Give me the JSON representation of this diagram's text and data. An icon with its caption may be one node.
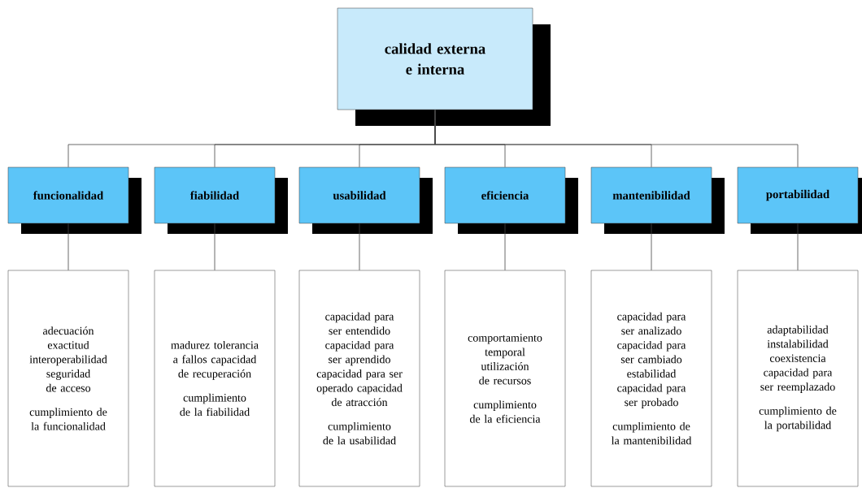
{
  "diagram": {
    "nodes": [
      {
        "text": [
          "calidad externa e interna"
        ]
      },
      {
        "text": [
          "funcionalidad"
        ]
      },
      {
        "text": [
          "fiabilidad"
        ]
      },
      {
        "text": [
          "usabilidad"
        ]
      },
      {
        "text": [
          "eficiencia"
        ]
      },
      {
        "text": [
          "mantenibilidad"
        ]
      },
      {
        "text": [
          "portabilidad"
        ]
      },
      {
        "text": [
          "adecuación exactitud interoperabilidad seguridad de acceso",
          "cumplimiento de la funcionalidad"
        ]
      },
      {
        "text": [
          "madurez tolerancia a fallos capacidad de recuperación",
          "cumplimiento de la fiabilidad"
        ]
      },
      {
        "text": [
          "capacidad para ser entendido capacidad para ser aprendido capacidad para ser operado capacidad de atracción",
          "cumplimiento de la usabilidad"
        ]
      },
      {
        "text": [
          "comportamiento temporal utilización de recursos",
          "cumplimiento de la eficiencia"
        ]
      },
      {
        "text": [
          "capacidad para ser analizado capacidad para ser cambiado estabilidad capacidad para ser probado",
          "cumplimiento de la mantenibilidad"
        ]
      },
      {
        "text": [
          "adaptabilidad instalabilidad coexistencia capacidad para ser reemplazado",
          "cumplimiento de la portabilidad"
        ]
      }
    ],
    "edges": [
      {
        "from": 0,
        "to": 1,
        "arrow": "none"
      },
      {
        "from": 0,
        "to": 2,
        "arrow": "none"
      },
      {
        "from": 0,
        "to": 3,
        "arrow": "none"
      },
      {
        "from": 0,
        "to": 4,
        "arrow": "none"
      },
      {
        "from": 0,
        "to": 5,
        "arrow": "none"
      },
      {
        "from": 0,
        "to": 6,
        "arrow": "none"
      },
      {
        "from": 1,
        "to": 7,
        "arrow": "none"
      },
      {
        "from": 2,
        "to": 8,
        "arrow": "none"
      },
      {
        "from": 3,
        "to": 9,
        "arrow": "none"
      },
      {
        "from": 4,
        "to": 10,
        "arrow": "none"
      },
      {
        "from": 5,
        "to": 11,
        "arrow": "none"
      },
      {
        "from": 6,
        "to": 12,
        "arrow": "none"
      }
    ]
  }
}
